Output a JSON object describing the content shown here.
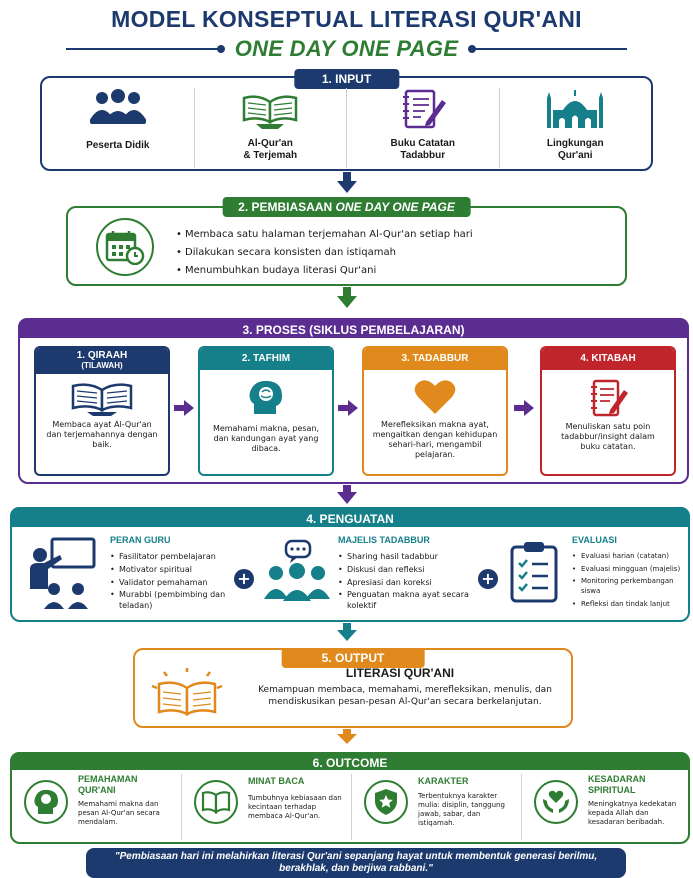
{
  "title": "MODEL KONSEPTUAL LITERASI QUR'ANI",
  "subtitle": "ONE DAY ONE PAGE",
  "colors": {
    "navy": "#1d3a6e",
    "green": "#2e7d32",
    "purple": "#5b2d91",
    "teal": "#16808a",
    "orange": "#e08a1e",
    "red": "#c0252c"
  },
  "input": {
    "header": "1. INPUT",
    "items": [
      {
        "label": "Peserta Didik",
        "icon": "students-icon"
      },
      {
        "label": "Al-Qur'an\n& Terjemah",
        "icon": "quran-icon"
      },
      {
        "label": "Buku Catatan\nTadabbur",
        "icon": "notebook-icon"
      },
      {
        "label": "Lingkungan\nQur'ani",
        "icon": "mosque-icon"
      }
    ]
  },
  "habit": {
    "header_prefix": "2. PEMBIASAAN ",
    "header_italic": "ONE DAY ONE PAGE",
    "bullets": [
      "Membaca satu halaman terjemahan Al-Qur'an setiap hari",
      "Dilakukan secara konsisten dan istiqamah",
      "Menumbuhkan budaya literasi Qur'ani"
    ]
  },
  "process": {
    "header": "3. PROSES (SIKLUS PEMBELAJARAN)",
    "steps": [
      {
        "title": "1. QIRAAH",
        "sub": "(TILAWAH)",
        "text": "Membaca ayat Al-Qur'an dan terjemahannya dengan baik."
      },
      {
        "title": "2. TAFHIM",
        "sub": "",
        "text": "Memahami makna, pesan, dan kandungan ayat yang dibaca."
      },
      {
        "title": "3. TADABBUR",
        "sub": "",
        "text": "Merefleksikan makna ayat, mengaitkan dengan kehidupan sehari-hari, mengambil pelajaran."
      },
      {
        "title": "4. KITABAH",
        "sub": "",
        "text": "Menuliskan satu poin tadabbur/insight dalam buku catatan."
      }
    ]
  },
  "reinforce": {
    "header": "4. PENGUATAN",
    "guru": {
      "title": "PERAN GURU",
      "items": [
        "Fasilitator pembelajaran",
        "Motivator spiritual",
        "Validator pemahaman",
        "Murabbi (pembimbing dan teladan)"
      ]
    },
    "majelis": {
      "title": "MAJELIS TADABBUR",
      "items": [
        "Sharing hasil tadabbur",
        "Diskusi dan refleksi",
        "Apresiasi dan koreksi",
        "Penguatan makna ayat secara kolektif"
      ]
    },
    "evaluasi": {
      "title": "EVALUASI",
      "items": [
        "Evaluasi harian (catatan)",
        "Evaluasi mingguan (majelis)",
        "Monitoring perkembangan siswa",
        "Refleksi dan tindak lanjut"
      ]
    }
  },
  "output": {
    "header": "5. OUTPUT",
    "title": "LITERASI QUR'ANI",
    "text": "Kemampuan membaca, memahami, merefleksikan, menulis, dan mendiskusikan pesan-pesan Al-Qur'an secara berkelanjutan."
  },
  "outcome": {
    "header": "6. OUTCOME",
    "items": [
      {
        "title": "PEMAHAMAN QUR'ANI",
        "text": "Memahami makna dan pesan Al-Qur'an secara mendalam."
      },
      {
        "title": "MINAT BACA",
        "text": "Tumbuhnya kebiasaan dan kecintaan terhadap membaca Al-Qur'an."
      },
      {
        "title": "KARAKTER",
        "text": "Terbentuknya karakter mulia: disiplin, tanggung jawab, sabar, dan istiqamah."
      },
      {
        "title": "KESADARAN SPIRITUAL",
        "text": "Meningkatnya kedekatan kepada Allah dan kesadaran beribadah."
      }
    ]
  },
  "quote": "\"Pembiasaan hari ini melahirkan literasi Qur'ani sepanjang hayat untuk membentuk generasi berilmu, berakhlak, dan berjiwa rabbani.\""
}
